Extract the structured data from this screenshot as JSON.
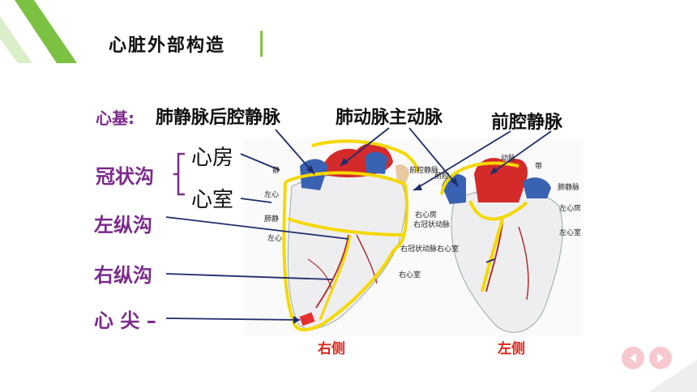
{
  "slide": {
    "title": "心脏外部构造"
  },
  "labels": {
    "heart_base": "心基:",
    "base_vessels_a": "肺静脉后腔静脉",
    "base_vessels_b": "肺动脉主动脉",
    "anterior_vena_cava": "前腔静脉",
    "coronary_groove": "冠状沟",
    "atrium": "心房",
    "ventricle": "心室",
    "left_longitudinal_groove": "左纵沟",
    "right_longitudinal_groove": "右纵沟",
    "apex": "心 尖 –",
    "right_side": "右侧",
    "left_side": "左侧"
  },
  "image_small_labels": {
    "jing": "静",
    "left_atrium_a": "左心",
    "fei_jing": "肺静",
    "left_heart": "左心",
    "ant_vena": "前腔静脉",
    "artery": "动脉",
    "qian_qiang": "前腔",
    "right_coronary": "右心房",
    "right_sulcus": "右冠状动脉",
    "right_ventricle": "右心室",
    "left_coronary": "右冠状动脉右心室",
    "left_atrium_b": "左心房",
    "left_ventricle": "左心室",
    "ligament": "带",
    "pulm_vein": "肺静脉"
  },
  "colors": {
    "accent_green": "#7cc242",
    "label_purple": "#7b2a8c",
    "highlight_yellow": "#f5d800",
    "side_red": "#d9261c",
    "nav_pink": "#f7c9cf"
  },
  "nav": {
    "prev_icon": "triangle-left-icon",
    "next_icon": "triangle-right-icon"
  }
}
